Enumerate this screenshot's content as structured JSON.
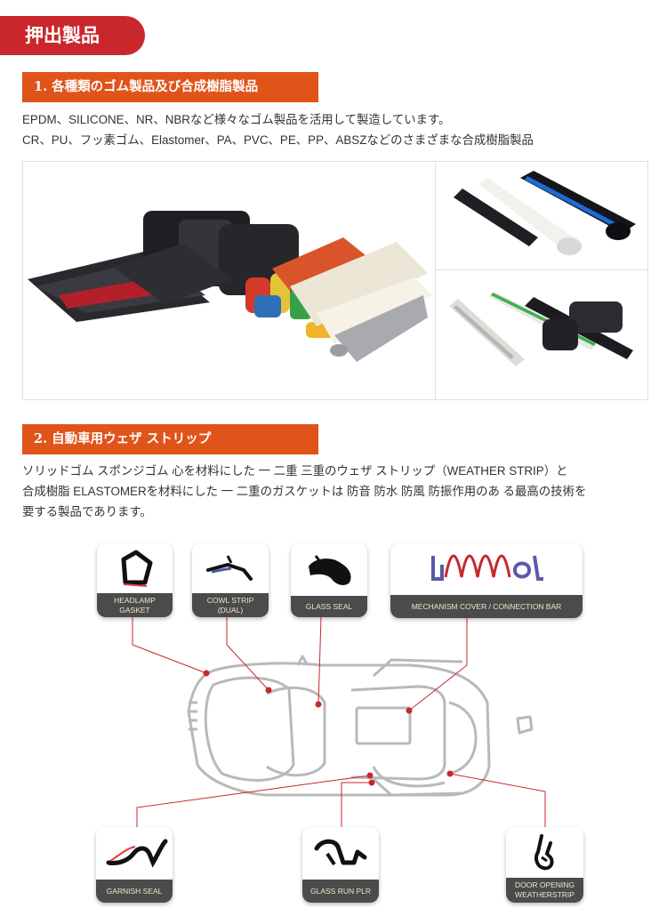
{
  "header": {
    "title": "押出製品"
  },
  "section1": {
    "heading": "1. 各種類のゴム製品及び合成樹脂製品",
    "lines": [
      "EPDM、SILICONE、NR、NBRなど様々なゴム製品を活用して製造しています。",
      "CR、PU、フッ素ゴム、Elastomer、PA、PVC、PE、PP、ABSZなどのさまざまな合成樹脂製品"
    ]
  },
  "section2": {
    "heading": "2. 自動車用ウェザ ストリップ",
    "lines": [
      "ソリッドゴム スポンジゴム 心を材料にした 一 二重 三重のウェザ ストリップ（WEATHER STRIP）と",
      "合成樹脂 ELASTOMERを材料にした 一 二重のガスケットは 防音 防水 防風 防振作用のあ る最高の技術を",
      "要する製品であります。"
    ]
  },
  "diagram": {
    "labels": {
      "headlamp": [
        "HEADLAMP",
        "GASKET"
      ],
      "cowl": [
        "COWL STRIP",
        "(DUAL)"
      ],
      "glass_seal": "GLASS SEAL",
      "mechanism": "MECHANISM COVER / CONNECTION BAR",
      "garnish": "GARNISH SEAL",
      "glass_run": "GLASS RUN PLR",
      "door": [
        "DOOR OPENING",
        "WEATHERSTRIP"
      ]
    },
    "colors": {
      "accent": "#c9272c",
      "section": "#e0541a",
      "label_bg": "#4b4b4b",
      "label_text": "#ece6c9"
    }
  }
}
